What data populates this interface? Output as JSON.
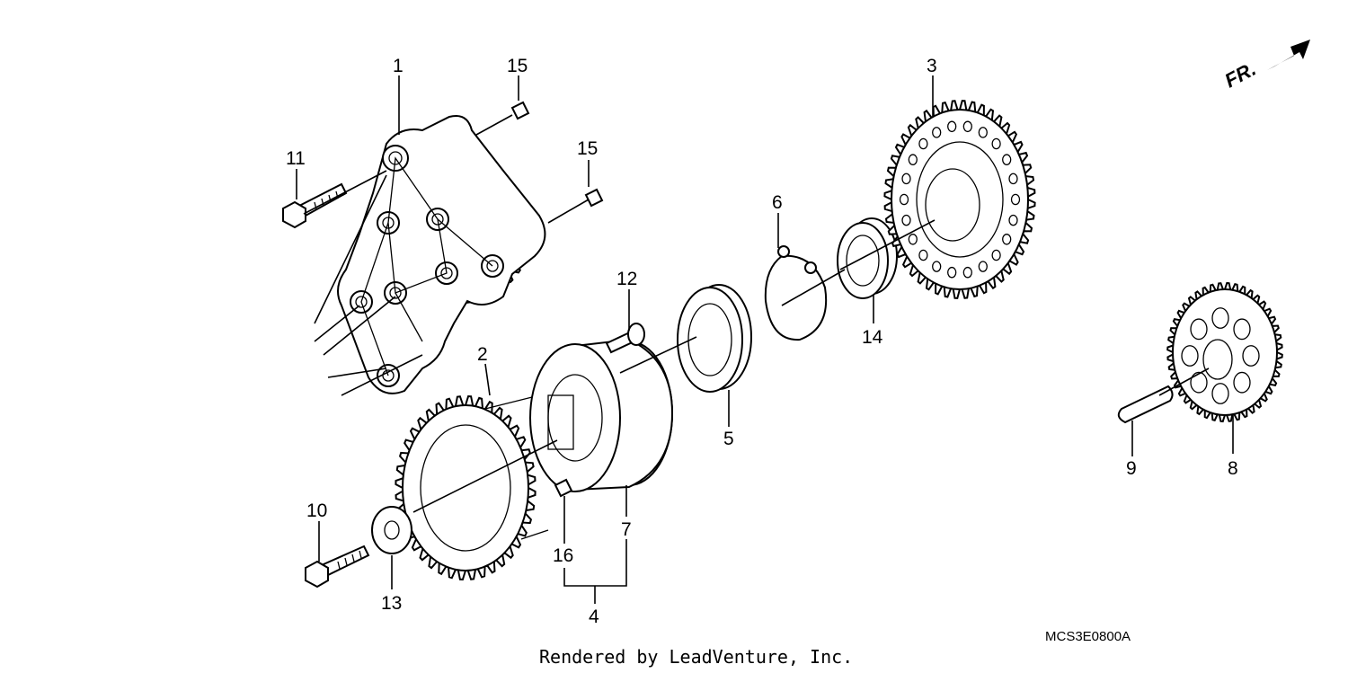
{
  "callouts": [
    {
      "id": "c1",
      "text": "1"
    },
    {
      "id": "c2",
      "text": "2"
    },
    {
      "id": "c3",
      "text": "3"
    },
    {
      "id": "c4",
      "text": "4"
    },
    {
      "id": "c5",
      "text": "5"
    },
    {
      "id": "c6",
      "text": "6"
    },
    {
      "id": "c7",
      "text": "7"
    },
    {
      "id": "c8",
      "text": "8"
    },
    {
      "id": "c9",
      "text": "9"
    },
    {
      "id": "c10",
      "text": "10"
    },
    {
      "id": "c11",
      "text": "11"
    },
    {
      "id": "c12",
      "text": "12"
    },
    {
      "id": "c13",
      "text": "13"
    },
    {
      "id": "c14",
      "text": "14"
    },
    {
      "id": "c15a",
      "text": "15"
    },
    {
      "id": "c15b",
      "text": "15"
    },
    {
      "id": "c16",
      "text": "16"
    }
  ],
  "direction_label": "FR.",
  "diagram_code": "MCS3E0800A",
  "credit": "Rendered by LeadVenture, Inc."
}
